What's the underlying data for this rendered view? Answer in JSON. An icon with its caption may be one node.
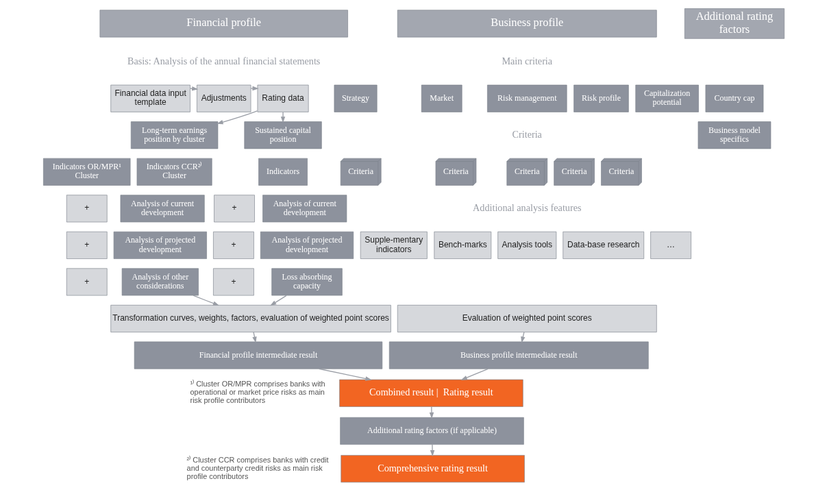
{
  "diagram": {
    "nodes": [
      {
        "text": [
          "Financial profile"
        ]
      },
      {
        "text": [
          "Business profile"
        ]
      },
      {
        "text": [
          "Additional rating factors"
        ]
      },
      {
        "text": [
          "Financial data input template"
        ]
      },
      {
        "text": [
          "Adjustments"
        ]
      },
      {
        "text": [
          "Rating data"
        ]
      },
      {
        "text": [
          "Long-term earnings position by cluster"
        ]
      },
      {
        "text": [
          "Sustained capital position"
        ]
      },
      {
        "text": [
          "Indicators OR/MPR¹ Cluster"
        ]
      },
      {
        "text": [
          "Indicators CCR²⁾ Cluster"
        ]
      },
      {
        "text": [
          "Indicators"
        ]
      },
      {
        "text": [
          "+"
        ]
      },
      {
        "text": [
          "Analysis of current development"
        ]
      },
      {
        "text": [
          "+"
        ]
      },
      {
        "text": [
          "Analysis of projected development"
        ]
      },
      {
        "text": [
          "+"
        ]
      },
      {
        "text": [
          "Analysis of other considerations"
        ]
      },
      {
        "text": [
          "+"
        ]
      },
      {
        "text": [
          "Analysis of current development"
        ]
      },
      {
        "text": [
          "+"
        ]
      },
      {
        "text": [
          "Analysis of projected development"
        ]
      },
      {
        "text": [
          "+"
        ]
      },
      {
        "text": [
          "Loss absorbing capacity"
        ]
      },
      {
        "text": [
          "Transformation curves, weights, factors, evaluation of weighted point scores"
        ]
      },
      {
        "text": [
          "Financial profile intermediate result"
        ]
      },
      {
        "text": [
          "Strategy"
        ]
      },
      {
        "text": [
          "Market"
        ]
      },
      {
        "text": [
          "Risk management"
        ]
      },
      {
        "text": [
          "Risk profile"
        ]
      },
      {
        "text": [
          "Capitalization potential"
        ]
      },
      {
        "text": [
          "Criteria"
        ]
      },
      {
        "text": [
          "Criteria"
        ]
      },
      {
        "text": [
          "Criteria"
        ]
      },
      {
        "text": [
          "Criteria"
        ]
      },
      {
        "text": [
          "Criteria"
        ]
      },
      {
        "text": [
          "Supple-mentary indicators"
        ]
      },
      {
        "text": [
          "Bench-marks"
        ]
      },
      {
        "text": [
          "Analysis tools"
        ]
      },
      {
        "text": [
          "Data-base research"
        ]
      },
      {
        "text": [
          "…"
        ]
      },
      {
        "text": [
          "Evaluation of weighted point scores"
        ]
      },
      {
        "text": [
          "Business profile intermediate result"
        ]
      },
      {
        "text": [
          "Country cap"
        ]
      },
      {
        "text": [
          "Business model specifics"
        ]
      },
      {
        "text": [
          "Combined result |  Rating result"
        ]
      },
      {
        "text": [
          "Additional rating factors (if applicable)"
        ]
      },
      {
        "text": [
          "Comprehensive rating result"
        ]
      }
    ],
    "edges": [
      {
        "from": 3,
        "to": 4,
        "arrow": "to"
      },
      {
        "from": 4,
        "to": 5,
        "arrow": "to"
      },
      {
        "from": 5,
        "to": 6,
        "arrow": "to"
      },
      {
        "from": 5,
        "to": 7,
        "arrow": "to"
      },
      {
        "from": 16,
        "to": 23,
        "arrow": "to"
      },
      {
        "from": 22,
        "to": 23,
        "arrow": "to"
      },
      {
        "from": 23,
        "to": 24,
        "arrow": "to"
      },
      {
        "from": 24,
        "to": 44,
        "arrow": "to"
      },
      {
        "from": 40,
        "to": 41,
        "arrow": "to"
      },
      {
        "from": 41,
        "to": 44,
        "arrow": "to"
      },
      {
        "from": 44,
        "to": 45,
        "arrow": "to"
      },
      {
        "from": 45,
        "to": 46,
        "arrow": "to"
      }
    ],
    "labels": [
      "Basis: Analysis of the annual financial statements",
      "Main criteria",
      "Criteria",
      "Additional analysis features",
      "¹⁾ Cluster OR/MPR comprises banks with operational or market price risks as main risk profile contributors",
      "²⁾ Cluster CCR comprises banks with credit and counterparty credit risks as main risk profile contributors"
    ]
  }
}
